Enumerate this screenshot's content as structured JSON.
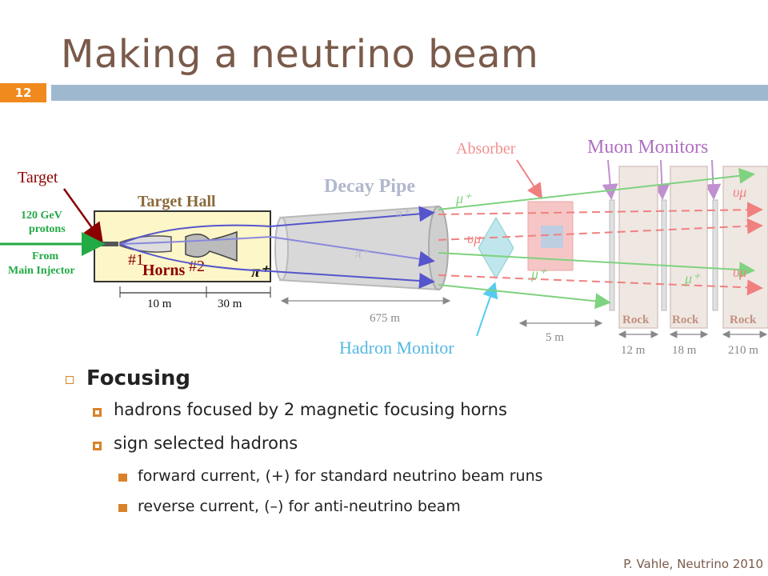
{
  "slide": {
    "title": "Making a neutrino beam",
    "number": "12",
    "footer": "P. Vahle, Neutrino 2010"
  },
  "diagram": {
    "target": "Target",
    "protons": [
      "120 GeV",
      "protons"
    ],
    "injector": [
      "From",
      "Main Injector"
    ],
    "target_hall": "Target Hall",
    "horn1": "#1",
    "horn2": "#2",
    "horns": "Horns",
    "pi_plus": "π⁺",
    "decay_pipe": "Decay Pipe",
    "absorber": "Absorber",
    "muon_monitors": "Muon Monitors",
    "hadron_monitor": "Hadron Monitor",
    "mu_plus": "μ⁺",
    "nu_mu": "υμ",
    "rock": "Rock",
    "distances": [
      "10 m",
      "30 m",
      "675 m",
      "5 m",
      "12 m",
      "18 m",
      "210 m"
    ]
  },
  "bullets": {
    "level1": "Focusing",
    "level2": [
      "hadrons focused by 2 magnetic focusing horns",
      "sign selected hadrons"
    ],
    "level3": [
      "forward current, (+) for standard neutrino beam runs",
      "reverse current, (–) for anti-neutrino beam"
    ]
  }
}
